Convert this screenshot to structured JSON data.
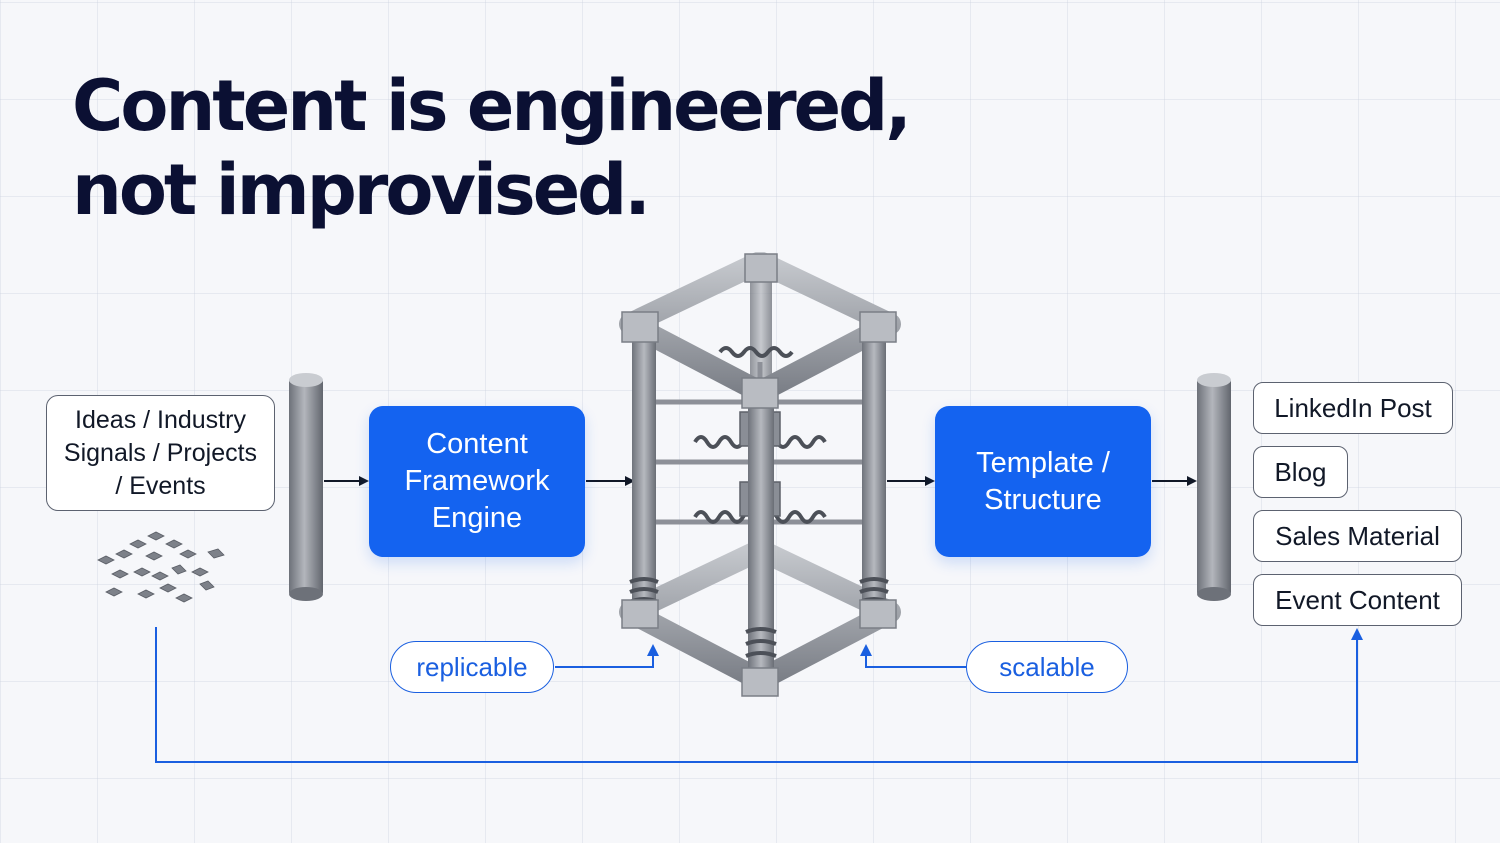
{
  "title": {
    "line1": "Content is engineered,",
    "line2": "not improvised."
  },
  "input": {
    "text": "Ideas / Industry Signals / Projects / Events"
  },
  "engine_box": {
    "text": "Content Framework Engine"
  },
  "template_box": {
    "text": "Template / Structure"
  },
  "outputs": [
    "LinkedIn Post",
    "Blog",
    "Sales Material",
    "Event Content"
  ],
  "pills": {
    "left": "replicable",
    "right": "scalable"
  },
  "colors": {
    "accent_blue": "#1463f0",
    "connector_blue": "#1a5fe0",
    "title_navy": "#0b1033",
    "metal_gray": "#8a8e96"
  },
  "icons": {
    "left_pillar": "cylinder-pillar-icon",
    "right_pillar": "cylinder-pillar-icon",
    "framework": "metal-framework-cube-icon",
    "tiles": "scattered-tiles-icon"
  }
}
